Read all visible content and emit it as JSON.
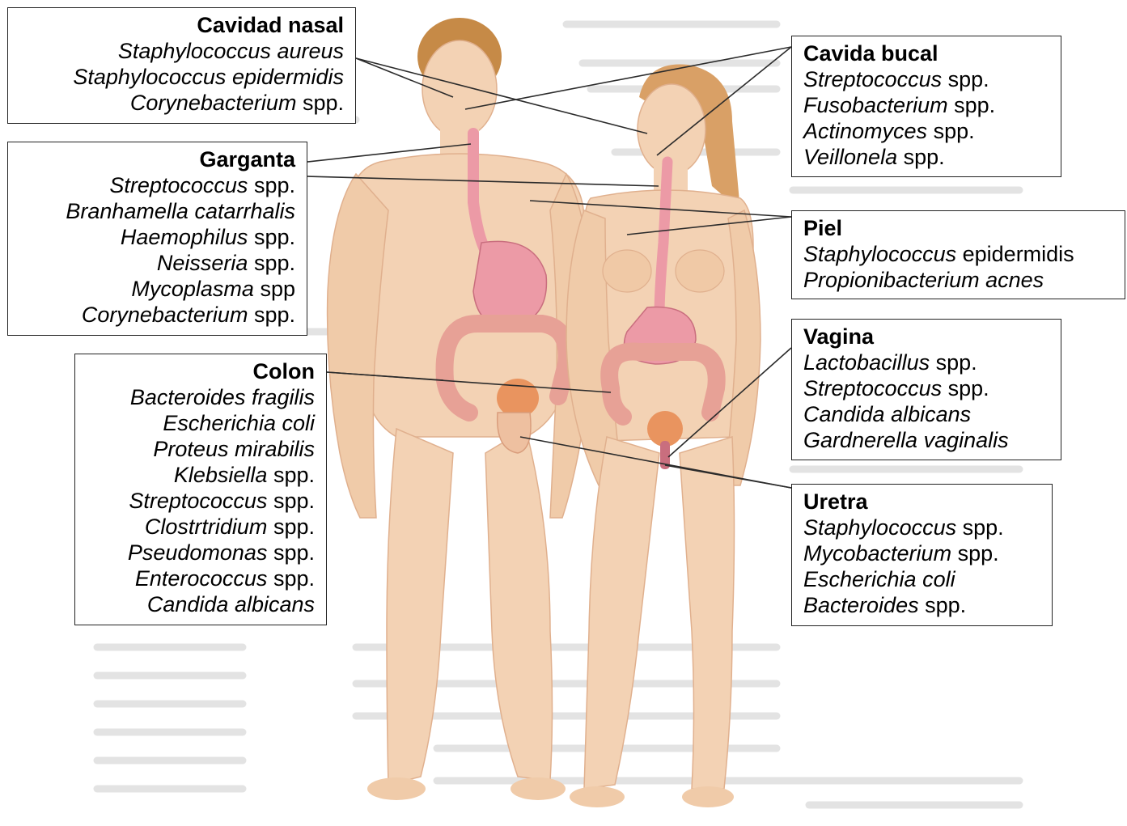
{
  "colors": {
    "skin": "#f3d2b4",
    "skin_shadow": "#e8b995",
    "hair_male": "#c68a47",
    "hair_female": "#d9a066",
    "digestive": "#ec9aa6",
    "digestive_dark": "#c96e7e",
    "organ": "#e9945f",
    "background_text": "#cfcfcf",
    "box_border": "#222222",
    "leader_line": "#2b2b2b"
  },
  "boxes": [
    {
      "id": "cavidad-nasal",
      "title": "Cavidad nasal",
      "items": [
        {
          "genus": "Staphylococcus",
          "species": "aureus",
          "suffix": ""
        },
        {
          "genus": "Staphylococcus",
          "species": "epidermidis",
          "suffix": ""
        },
        {
          "genus": "Corynebacterium",
          "species": "",
          "suffix": "spp."
        }
      ]
    },
    {
      "id": "garganta",
      "title": "Garganta",
      "items": [
        {
          "genus": "Streptococcus",
          "species": "",
          "suffix": "spp."
        },
        {
          "genus": "Branhamella",
          "species": "catarrhalis",
          "suffix": ""
        },
        {
          "genus": "Haemophilus",
          "species": "",
          "suffix": "spp."
        },
        {
          "genus": "Neisseria",
          "species": "",
          "suffix": "spp."
        },
        {
          "genus": "Mycoplasma",
          "species": "",
          "suffix": "spp"
        },
        {
          "genus": "Corynebacterium",
          "species": "",
          "suffix": "spp."
        }
      ]
    },
    {
      "id": "colon",
      "title": "Colon",
      "items": [
        {
          "genus": "Bacteroides",
          "species": "fragilis",
          "suffix": ""
        },
        {
          "genus": "Escherichia",
          "species": "coli",
          "suffix": ""
        },
        {
          "genus": "Proteus",
          "species": "mirabilis",
          "suffix": ""
        },
        {
          "genus": "Klebsiella",
          "species": "",
          "suffix": "spp."
        },
        {
          "genus": "Streptococcus",
          "species": "",
          "suffix": "spp."
        },
        {
          "genus": "Clostrtridium",
          "species": "",
          "suffix": "spp."
        },
        {
          "genus": "Pseudomonas",
          "species": "",
          "suffix": "spp."
        },
        {
          "genus": "Enterococcus",
          "species": "",
          "suffix": "spp."
        },
        {
          "genus": "Candida",
          "species": "albicans",
          "suffix": ""
        }
      ]
    },
    {
      "id": "cavida-bucal",
      "title": "Cavida bucal",
      "items": [
        {
          "genus": "Streptococcus",
          "species": "",
          "suffix": "spp."
        },
        {
          "genus": "Fusobacterium",
          "species": "",
          "suffix": "spp."
        },
        {
          "genus": "Actinomyces",
          "species": "",
          "suffix": "spp."
        },
        {
          "genus": "Veillonela",
          "species": "",
          "suffix": "spp."
        }
      ]
    },
    {
      "id": "piel",
      "title": "Piel",
      "items": [
        {
          "genus": "Staphylococcus",
          "species": "",
          "suffix": "epidermidis"
        },
        {
          "genus": "Propionibacterium",
          "species": "acnes",
          "suffix": ""
        }
      ]
    },
    {
      "id": "vagina",
      "title": "Vagina",
      "items": [
        {
          "genus": "Lactobacillus",
          "species": "",
          "suffix": "spp."
        },
        {
          "genus": "Streptococcus",
          "species": "",
          "suffix": "spp."
        },
        {
          "genus": "Candida",
          "species": "albicans",
          "suffix": ""
        },
        {
          "genus": "Gardnerella",
          "species": "vaginalis",
          "suffix": ""
        }
      ]
    },
    {
      "id": "uretra",
      "title": "Uretra",
      "items": [
        {
          "genus": "Staphylococcus",
          "species": "",
          "suffix": "spp."
        },
        {
          "genus": "Mycobacterium",
          "species": "",
          "suffix": "spp."
        },
        {
          "genus": "Escherichia",
          "species": "coli",
          "suffix": ""
        },
        {
          "genus": "Bacteroides",
          "species": "",
          "suffix": "spp."
        }
      ]
    }
  ]
}
